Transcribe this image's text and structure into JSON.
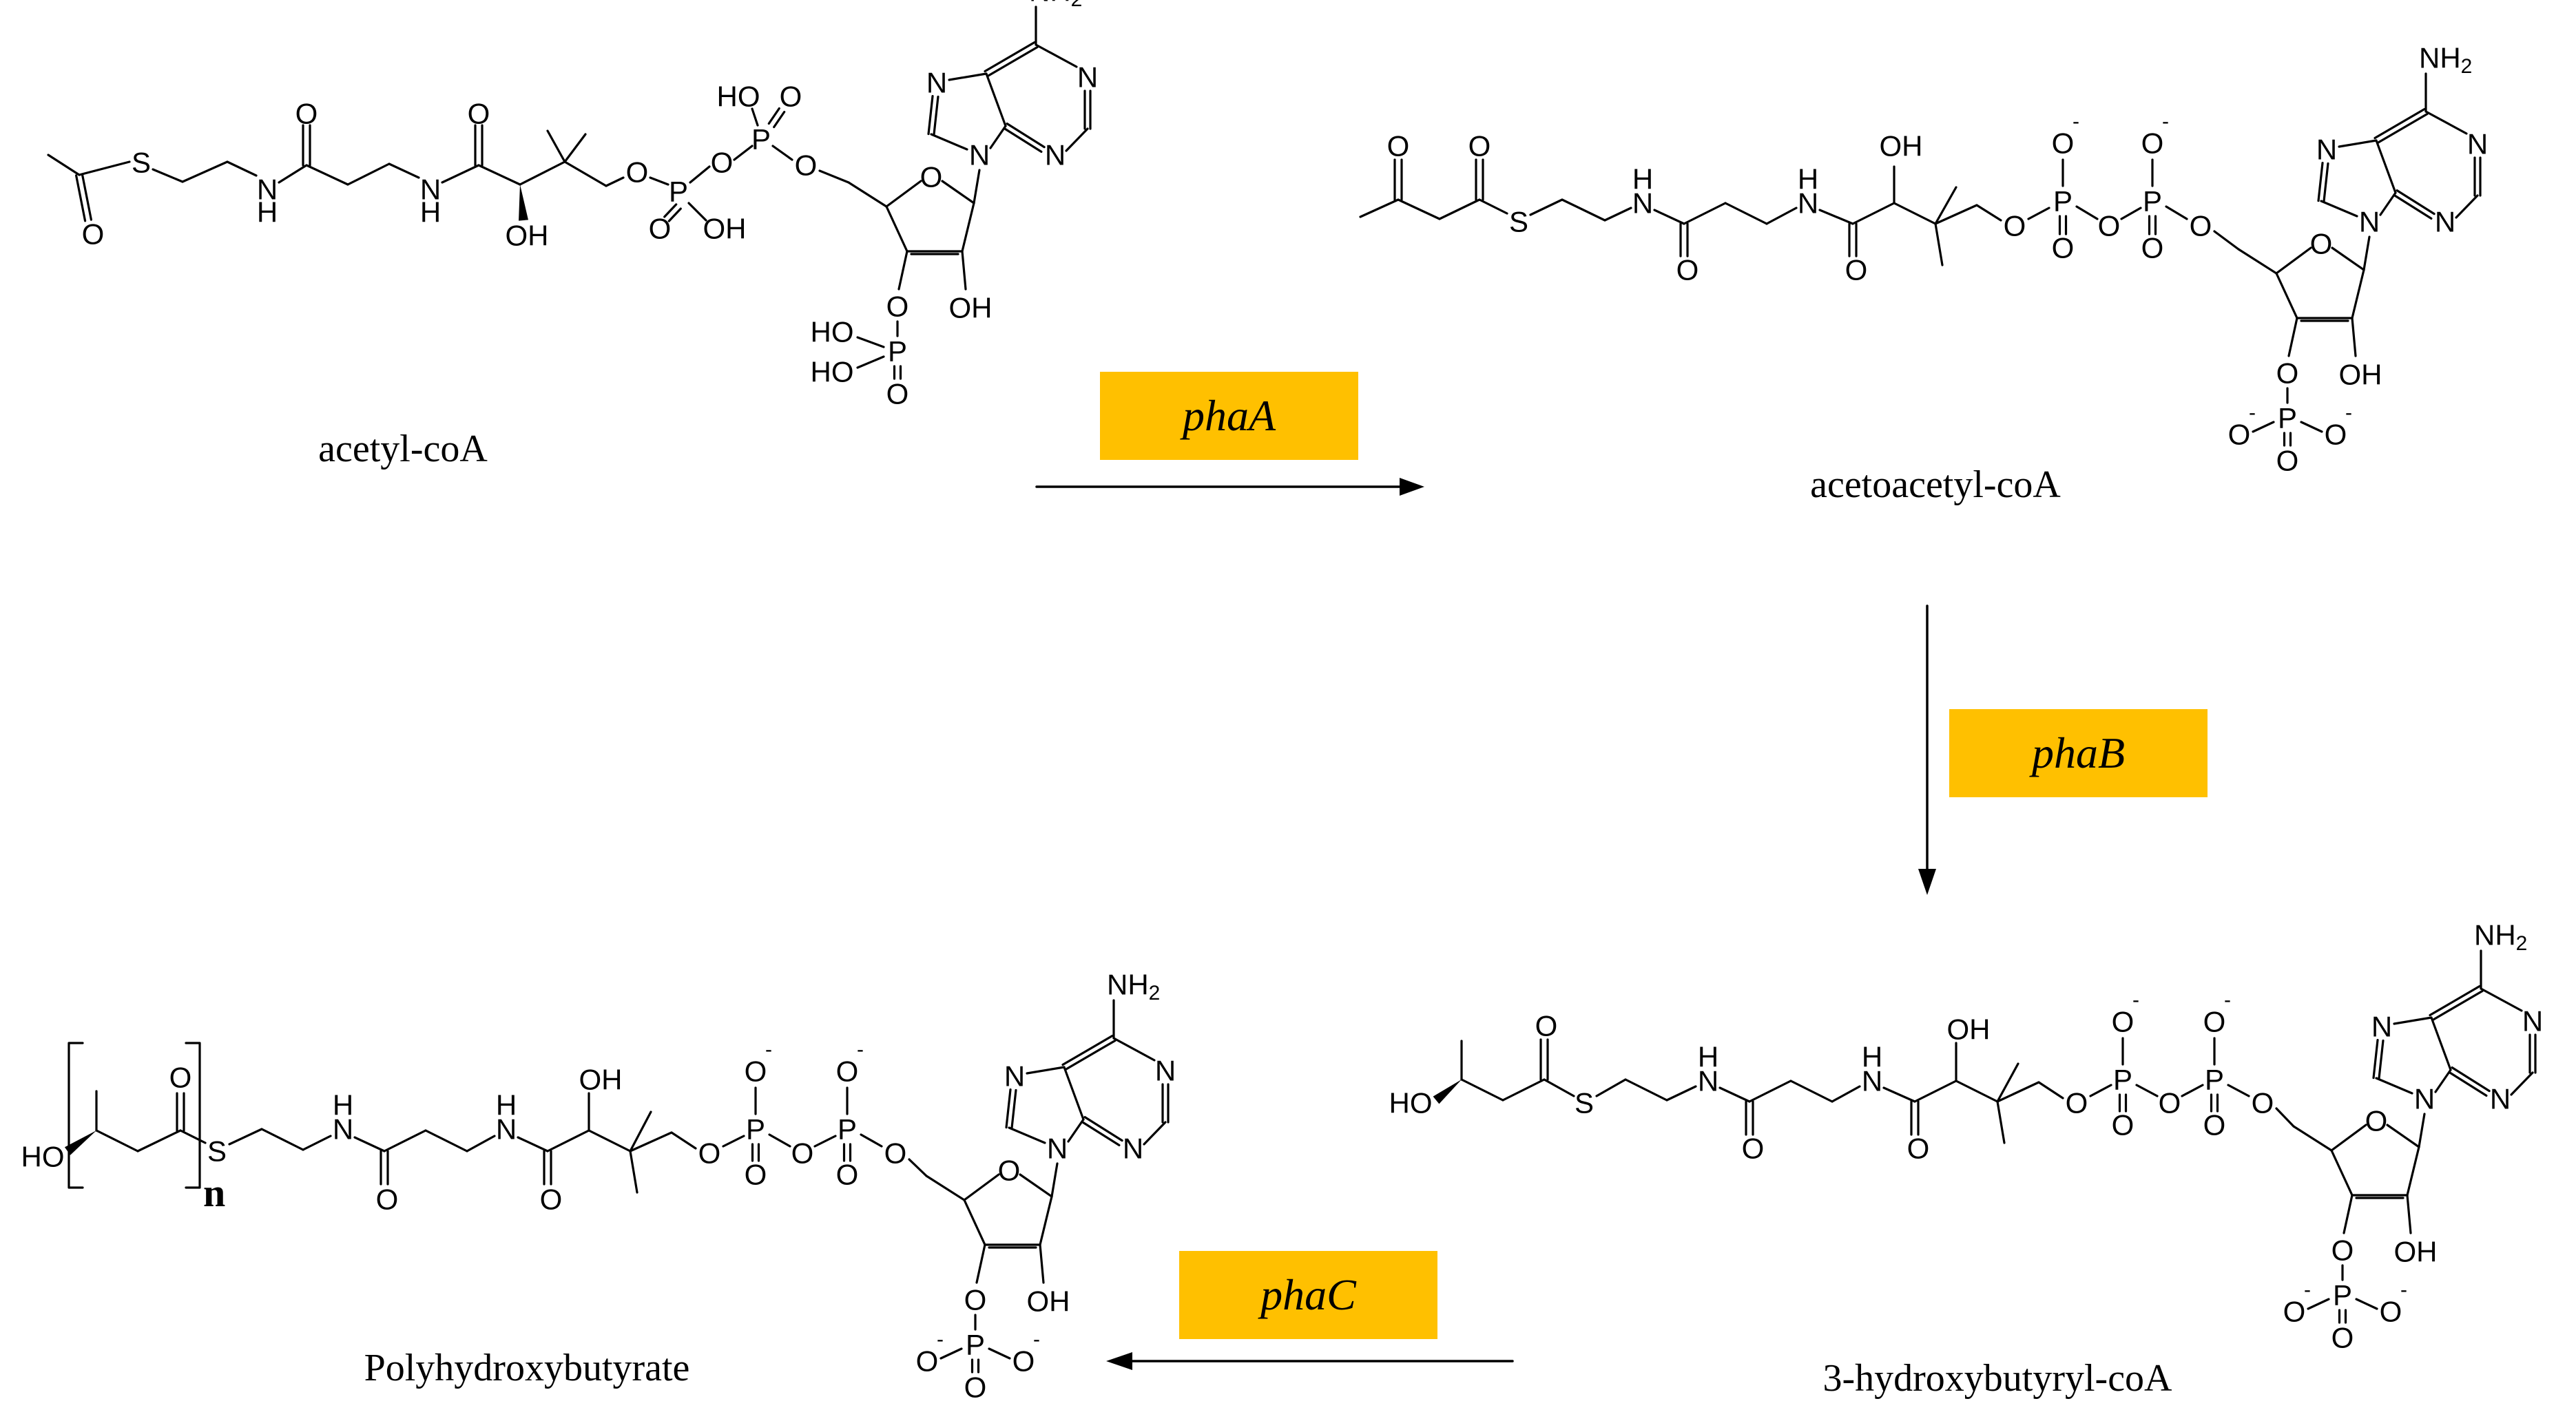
{
  "diagram": {
    "title": "",
    "molecules": [
      {
        "id": "acetyl-coa",
        "label": "acetyl-coA"
      },
      {
        "id": "acetoacetyl-coa",
        "label": "acetoacetyl-coA"
      },
      {
        "id": "hydroxybutyryl-coa",
        "label": "3-hydroxybutyryl-coA"
      },
      {
        "id": "phb",
        "label": "Polyhydroxybutyrate",
        "repeat_subscript": "n"
      }
    ],
    "enzymes": [
      {
        "id": "phaA",
        "label": "phaA",
        "from": "acetyl-coa",
        "to": "acetoacetyl-coa"
      },
      {
        "id": "phaB",
        "label": "phaB",
        "from": "acetoacetyl-coa",
        "to": "hydroxybutyryl-coa"
      },
      {
        "id": "phaC",
        "label": "phaC",
        "from": "hydroxybutyryl-coa",
        "to": "phb"
      }
    ],
    "atom_labels": {
      "S": "S",
      "H": "H",
      "O": "O",
      "OH": "OH",
      "HO": "HO",
      "P": "P",
      "N": "N",
      "NH2": "NH",
      "NH2_sub": "2",
      "Ominus": "O",
      "minus": "-"
    },
    "colors": {
      "enzyme_box": "#FFC000",
      "ink": "#000000",
      "background": "#FFFFFF"
    }
  }
}
